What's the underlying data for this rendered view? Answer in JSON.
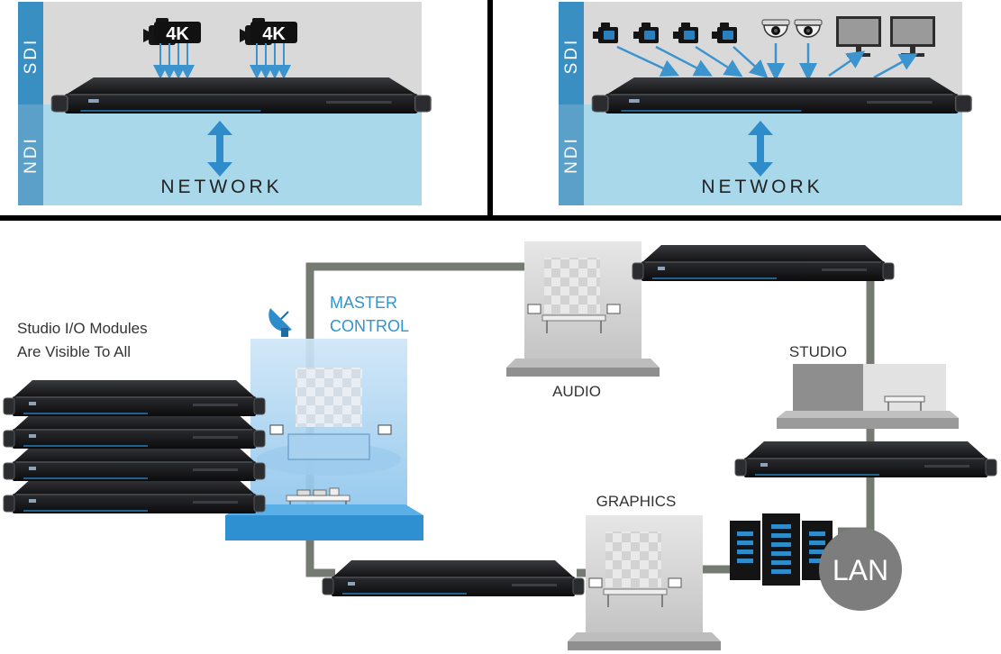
{
  "top_left": {
    "band_top": "SDI",
    "band_bottom": "NDI",
    "camera_badges": [
      "4K",
      "4K"
    ],
    "network_label": "NETWORK"
  },
  "top_right": {
    "band_top": "SDI",
    "band_bottom": "NDI",
    "network_label": "NETWORK",
    "devices": [
      "camera-icon",
      "camera-icon",
      "camera-icon",
      "camera-icon",
      "dome-camera-icon",
      "dome-camera-icon",
      "monitor-icon",
      "monitor-icon"
    ]
  },
  "bottom": {
    "modules_caption_line1": "Studio I/O Modules",
    "modules_caption_line2": "Are Visible To All",
    "master_control_line1": "MASTER",
    "master_control_line2": "CONTROL",
    "audio_label": "AUDIO",
    "studio_label": "STUDIO",
    "graphics_label": "GRAPHICS",
    "lan_label": "LAN"
  },
  "colors": {
    "accent_blue": "#1e8bc3",
    "sdi_bg": "#d9d9d9",
    "ndi_bg": "#a9d8eb",
    "band_blue": "#3a8fc2",
    "cable_gray": "#757b73",
    "device_dark": "#1a1a1c"
  }
}
